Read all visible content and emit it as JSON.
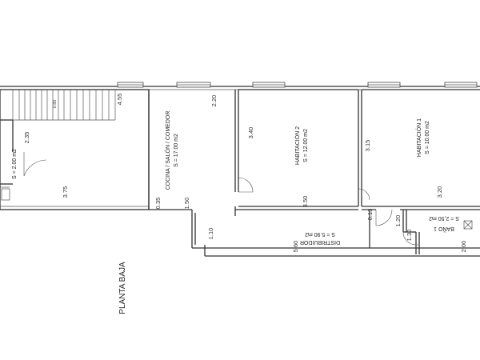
{
  "plan": {
    "title": "PLANTA BAJA",
    "rooms": {
      "cocina": {
        "name": "COCINA / SALÓN / COMEDOR",
        "area": "S = 17.00 m2"
      },
      "habitacion2": {
        "name": "HABITACIÓN 2",
        "area": "S = 12.00 m2"
      },
      "habitacion1": {
        "name": "HABITACIÓN 1",
        "area": "S = 10.00 m2"
      },
      "distribuidor": {
        "name": "DISTRIBUIDOR",
        "area": "S = 5.90 m2"
      },
      "bano1": {
        "name": "BAÑO 1",
        "area": "S = 2,50 m2"
      },
      "left_room": {
        "area": "S = 2.00 m2"
      }
    },
    "dimensions": {
      "d_455": "4.55",
      "d_080": "0.80",
      "d_235": "2.35",
      "d_375": "3.75",
      "d_220": "2.20",
      "d_340": "3.40",
      "d_350": "3.50",
      "d_150": "1.50",
      "d_035": "0.35",
      "d_110": "1.10",
      "d_560": "5.60",
      "d_315": "3.15",
      "d_320": "3.20",
      "d_013": "0.13",
      "d_120": "1.20",
      "d_130": "1.30",
      "d_200": "2.00"
    }
  }
}
